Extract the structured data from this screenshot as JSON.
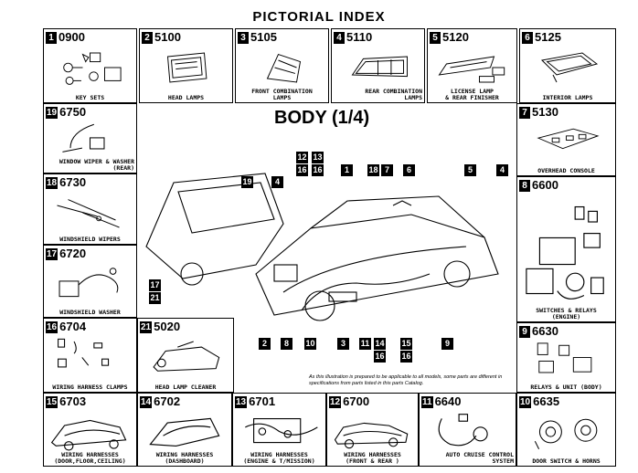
{
  "page": {
    "title": "PICTORIAL INDEX",
    "section_title": "BODY (1/4)",
    "note": "As this illustration is prepared to be applicable to all models, some parts are different in specifications from parts listed in this parts Catalog."
  },
  "cells": [
    {
      "id": "c1",
      "badge": "1",
      "code": "0900",
      "caption": "KEY SETS"
    },
    {
      "id": "c2",
      "badge": "2",
      "code": "5100",
      "caption": "HEAD LAMPS"
    },
    {
      "id": "c3",
      "badge": "3",
      "code": "5105",
      "caption": "FRONT COMBINATION\nLAMPS"
    },
    {
      "id": "c4",
      "badge": "4",
      "code": "5110",
      "caption": "REAR COMBINATION\nLAMPS"
    },
    {
      "id": "c5",
      "badge": "5",
      "code": "5120",
      "caption": "LICENSE LAMP\n& REAR FINISHER"
    },
    {
      "id": "c6",
      "badge": "6",
      "code": "5125",
      "caption": "INTERIOR LAMPS"
    },
    {
      "id": "c7",
      "badge": "7",
      "code": "5130",
      "caption": "OVERHEAD CONSOLE"
    },
    {
      "id": "c8",
      "badge": "8",
      "code": "6600",
      "caption": "SWITCHES & RELAYS\n(ENGINE)"
    },
    {
      "id": "c9",
      "badge": "9",
      "code": "6630",
      "caption": "RELAYS & UNIT (BODY)"
    },
    {
      "id": "c10",
      "badge": "10",
      "code": "6635",
      "caption": "DOOR SWITCH & HORNS"
    },
    {
      "id": "c11",
      "badge": "11",
      "code": "6640",
      "caption": "AUTO CRUISE CONTROL\nSYSTEM"
    },
    {
      "id": "c12",
      "badge": "12",
      "code": "6700",
      "caption": "WIRING HARNESSES\n(FRONT & REAR )"
    },
    {
      "id": "c13",
      "badge": "13",
      "code": "6701",
      "caption": "WIRING HARNESSES\n(ENGINE & T/MISSION)"
    },
    {
      "id": "c14",
      "badge": "14",
      "code": "6702",
      "caption": "WIRING HARNESSES\n(DASHBOARD)"
    },
    {
      "id": "c15",
      "badge": "15",
      "code": "6703",
      "caption": "WIRING HARNESSES\n(DOOR,FLOOR,CEILING)"
    },
    {
      "id": "c16",
      "badge": "16",
      "code": "6704",
      "caption": "WIRING HARNESS CLAMPS"
    },
    {
      "id": "c17",
      "badge": "17",
      "code": "6720",
      "caption": "WINDSHIELD WASHER"
    },
    {
      "id": "c18",
      "badge": "18",
      "code": "6730",
      "caption": "WINDSHIELD WIPERS"
    },
    {
      "id": "c19",
      "badge": "19",
      "code": "6750",
      "caption": "WINDOW WIPER & WASHER\n(REAR)"
    },
    {
      "id": "c21",
      "badge": "21",
      "code": "5020",
      "caption": "HEAD LAMP CLEANER"
    }
  ],
  "callouts": [
    "19",
    "4",
    "12",
    "13",
    "16",
    "16",
    "1",
    "18",
    "7",
    "6",
    "5",
    "4",
    "17",
    "21",
    "2",
    "8",
    "10",
    "3",
    "11",
    "14",
    "16",
    "15",
    "16",
    "9"
  ]
}
